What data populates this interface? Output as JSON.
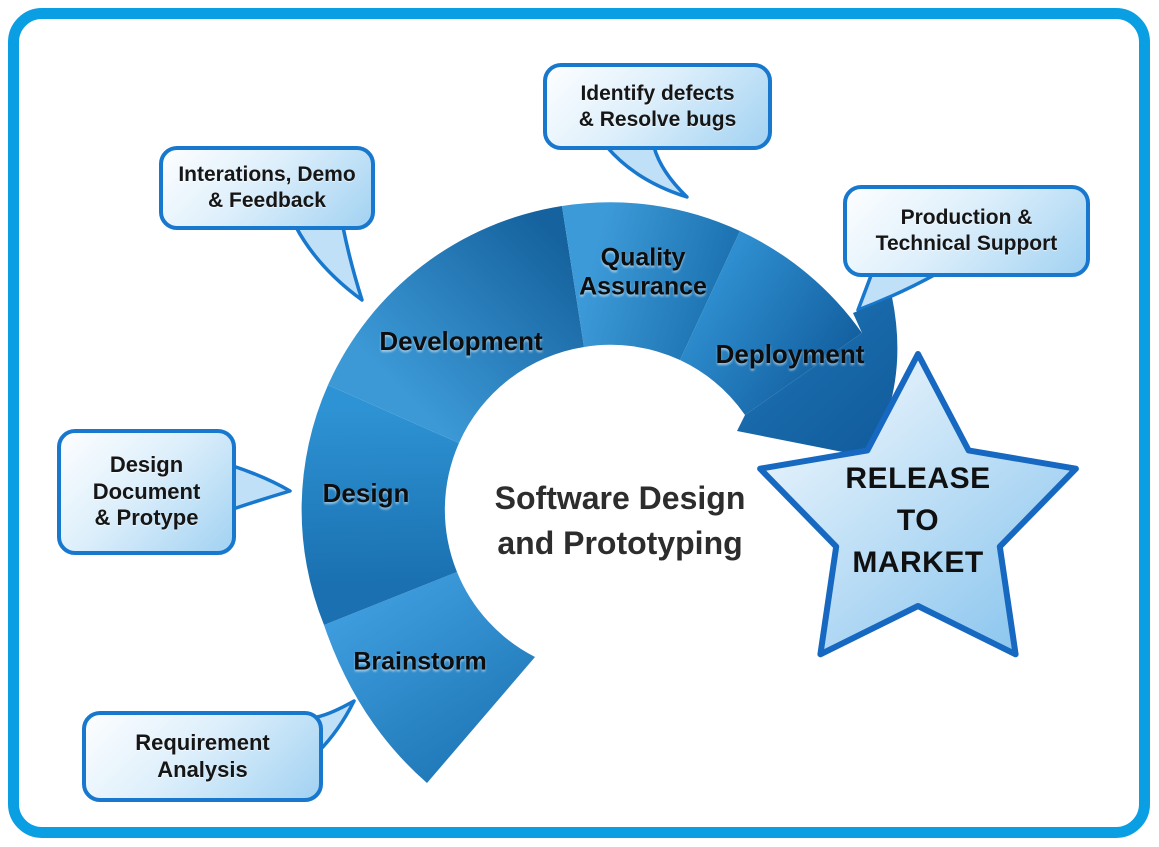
{
  "title": {
    "line1": "Software Design",
    "line2": "and Prototyping"
  },
  "stages": {
    "brainstorm": {
      "label": "Brainstorm"
    },
    "design": {
      "label": "Design"
    },
    "development": {
      "label": "Development"
    },
    "quality_assurance": {
      "line1": "Quality",
      "line2": "Assurance"
    },
    "deployment": {
      "label": "Deployment"
    }
  },
  "callouts": {
    "requirement_analysis": {
      "line1": "Requirement",
      "line2": "Analysis"
    },
    "design_document": {
      "line1": "Design",
      "line2": "Document",
      "line3": "& Protype"
    },
    "iterations_demo": {
      "line1": "Interations, Demo",
      "line2": "& Feedback"
    },
    "identify_defects": {
      "line1": "Identify defects",
      "line2": "& Resolve bugs"
    },
    "production_support": {
      "line1": "Production &",
      "line2": "Technical Support"
    }
  },
  "star": {
    "line1": "RELEASE",
    "line2": "TO",
    "line3": "MARKET"
  },
  "colors": {
    "frame": "#0a9fe3",
    "bubble_border": "#1878cd",
    "bubble_fill_light": "#fdfeff",
    "bubble_fill_dark": "#a2d2f2",
    "star_border": "#1668c0",
    "star_fill_light": "#edf6fd",
    "star_fill_dark": "#8cc6ee",
    "arc_light_blue": "#3e9dde",
    "arc_dark_blue": "#115c9c",
    "label_text": "#0d0d0d",
    "title_text": "#2d2d2d"
  }
}
